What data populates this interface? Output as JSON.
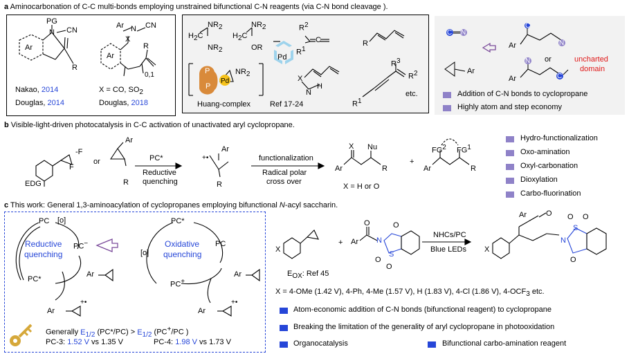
{
  "colors": {
    "blue": "#2646d8",
    "red": "#e01818",
    "purple": "#8f82c8",
    "gray_panel": "#f2f2f2",
    "pd_yellow": "#f6c21a",
    "catalyst_orange": "#d98a3a"
  },
  "section_a": {
    "heading_letter": "a",
    "heading": "Aminocarbonation of  C-C multi-bonds employing unstrained bifunctional C-N reagents (via C-N bond cleavage ).",
    "left_box": {
      "mol1": {
        "pg": "PG",
        "n": "N",
        "cn": "CN",
        "ar": "Ar",
        "r": "R"
      },
      "mol2": {
        "ar": "Ar",
        "n": "N",
        "cn": "CN",
        "x": "X",
        "r": "R",
        "sub": "0,1"
      },
      "cite1": {
        "name": "Nakao, ",
        "year": "2014"
      },
      "cite2": {
        "name": "Douglas, ",
        "year": "2014"
      },
      "x_def": "X = CO, SO",
      "x_def_sub": "2",
      "cite3": {
        "name": "Douglas, ",
        "year": "2018"
      }
    },
    "middle_box": {
      "nr2_a": "NR",
      "nr2_b": "NR",
      "nr2_c": "NR",
      "h2c_a": "H",
      "h2c_b": "H",
      "or": "OR",
      "r2": "R",
      "r1": "R",
      "c_eq_c": "C",
      "r_diene": "R",
      "pd": "Pd",
      "pd_catalyst": "Pd",
      "catalyst_p1": "P",
      "catalyst_p2": "P",
      "nr2_cat": "NR",
      "x": "X",
      "n": "N",
      "h": "H",
      "r3": "R",
      "r2b": "R",
      "r1b": "R",
      "catalyst_label": "Huang-complex",
      "ref": "Ref 17-24",
      "etc": "etc."
    },
    "right_box": {
      "reagent_c": "C",
      "reagent_n": "N",
      "ar_small": "Ar",
      "ar_top": "Ar",
      "ar_bottom": "Ar",
      "n_top": "N",
      "n_bottom": "N",
      "c_bottom": "C",
      "or": "or",
      "uncharted": "uncharted",
      "domain": "domain",
      "bullets": [
        "Addition of C-N bonds to cyclopropane",
        "Highly atom and step economy"
      ]
    }
  },
  "section_b": {
    "heading_letter": "b",
    "heading": "Visible-light-driven photocatalysis in C-C activation of unactivated aryl cyclopropane.",
    "edg": "EDG",
    "f1": "F",
    "f2": "F",
    "or": "or",
    "ar1": "Ar",
    "r1": "R",
    "pc_star": "PC*",
    "reductive": "Reductive",
    "quenching": "quenching",
    "ar2": "Ar",
    "r2": "R",
    "radical_plus": "+•",
    "functionalization": "functionalization",
    "radical_polar": "Radical polar",
    "cross_over": "cross over",
    "x": "X",
    "nu": "Nu",
    "ar3": "Ar",
    "r3": "R",
    "x_def": "X = H or O",
    "plus": "+",
    "fg2": "FG",
    "fg1": "FG",
    "fg2_sup": "2",
    "fg1_sup": "1",
    "ar4": "Ar",
    "r4": "R",
    "reactions": [
      "Hydro-functionalization",
      "Oxo-amination",
      "Oxyl-carbonation",
      "Dioxylation",
      "Carbo-fluorination"
    ]
  },
  "section_c": {
    "heading_letter": "c",
    "heading_pre": "This work: General 1,3-aminoacylation of cyclopropanes employing bifunctional ",
    "heading_italic": "N",
    "heading_post": "-acyl saccharin.",
    "cycle1": {
      "pc_top": "PC",
      "o": "[o]",
      "pc_minus": "PC",
      "label1": "Reductive",
      "label2": "quenching",
      "pc_star": "PC*",
      "ar": "Ar",
      "ar_cation": "Ar",
      "minus": "−",
      "cation": "+•"
    },
    "cycle2": {
      "pc_star_top": "PC*",
      "o": "[o]",
      "pc": "PC",
      "label1": "Oxidative",
      "label2": "quenching",
      "pc_plus": "PC",
      "ar": "Ar",
      "ar_cation": "Ar",
      "plus": "+",
      "cation": "+•"
    },
    "generally": "Generally ",
    "e_half_1": "E",
    "e_half_1_sub": "1/2",
    "pair1": " (PC*/PC) > ",
    "e_half_2": "E",
    "e_half_2_sub": "1/2",
    "pair2": " (PC",
    "pair2_sup": "+",
    "pair2_end": "/PC )",
    "pc3_label": "PC-3: ",
    "pc3_v1": "1.52 V",
    "pc3_vs": " vs 1.35 V",
    "pc4_label": "PC-4: ",
    "pc4_v1": "1.98 V",
    "pc4_vs": " vs 1.73 V",
    "scheme": {
      "x1": "X",
      "plus": "+",
      "ar_acyl": "Ar",
      "o1": "O",
      "n": "N",
      "o_s1": "O",
      "s": "S",
      "o_s2": "O",
      "conditions_top": "NHCs/PC",
      "conditions_bottom": "Blue LEDs",
      "x2": "X",
      "ar_prod": "Ar",
      "o_prod": "O",
      "n_prod": "N",
      "s_prod": "S",
      "o_p1": "O",
      "o_p2": "O",
      "o_p3": "O",
      "eox": "E",
      "eox_sub": "OX",
      "eox_ref": ": Ref 45",
      "x_list": "X = 4-OMe (1.42 V), 4-Ph, 4-Me (1.57 V),  H (1.83 V), 4-Cl (1.86 V), 4-OCF",
      "x_list_sub": "3",
      "x_list_end": " etc."
    },
    "bullets": [
      "Atom-economic addition of  C-N bonds (bifunctional reagent) to cyclopropane",
      "Breaking the limitation of the generality of aryl cyclopropane in photooxidation",
      "Organocatalysis",
      "Bifunctional carbo-amination reagent"
    ]
  }
}
